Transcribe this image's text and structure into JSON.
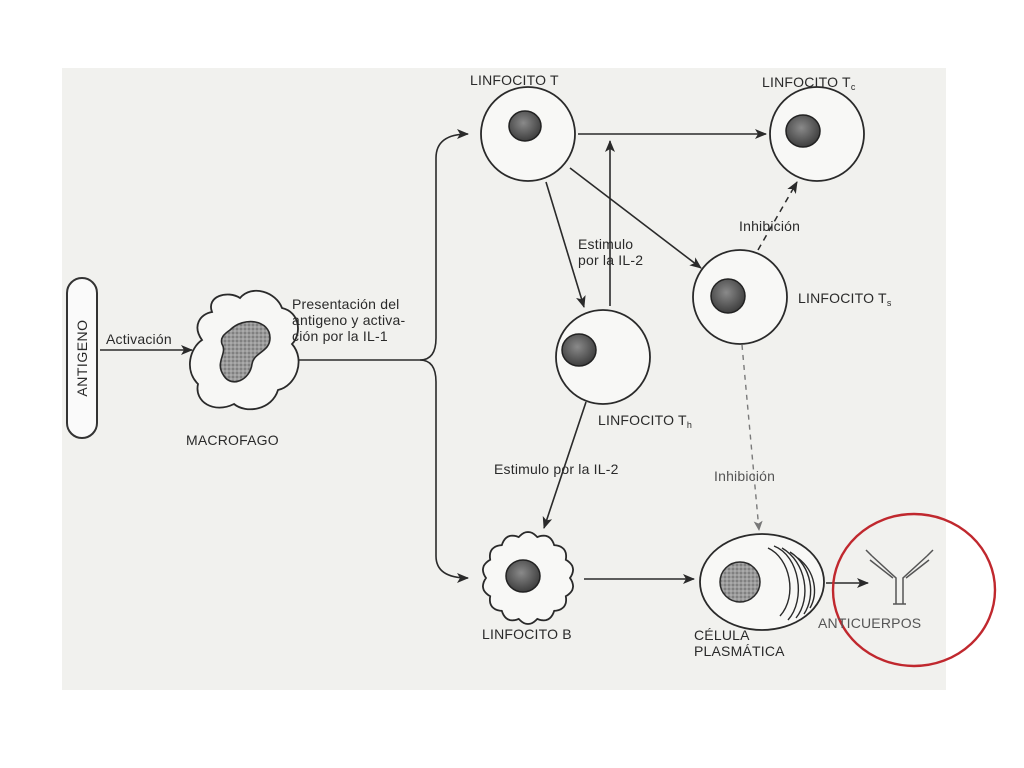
{
  "diagram": {
    "antigen_label": "ANTIGENO",
    "activation_label": "Activación",
    "macrophage_label": "MACROFAGO",
    "presentation_label": "Presentación del\nantigeno y activa-\nción por la IL-1",
    "t_cell_label": "LINFOCITO T",
    "tc_label": "LINFOCITO T",
    "tc_sub": "c",
    "ts_label": "LINFOCITO T",
    "ts_sub": "s",
    "th_label": "LINFOCITO T",
    "th_sub": "h",
    "stimulus_il2_upper": "Estimulo\npor la IL-2",
    "stimulus_il2_lower": "Estimulo por la IL-2",
    "inhibition_upper": "Inhibición",
    "inhibition_lower": "Inhibición",
    "b_cell_label": "LINFOCITO B",
    "plasma_cell_label": "CÉLULA\nPLASMÁTICA",
    "antibodies_label": "ANTICUERPOS"
  },
  "colors": {
    "ink": "#2a2a2a",
    "paper": "#f1f1ee",
    "nucleus": "#555555",
    "highlight_circle": "#c0282e"
  }
}
